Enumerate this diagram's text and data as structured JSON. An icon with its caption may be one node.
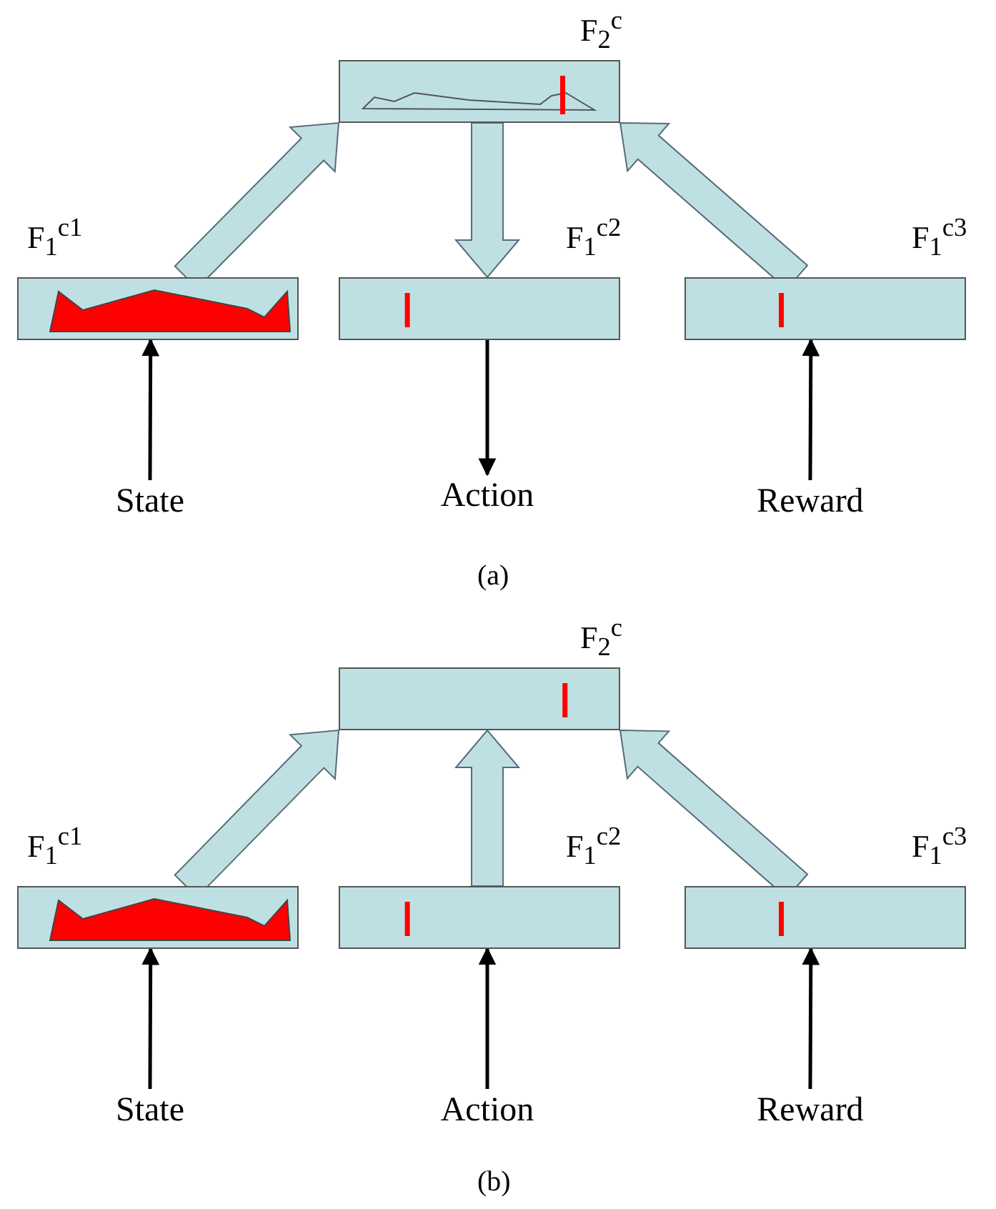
{
  "diagram": {
    "nodes": [
      {
        "text": [
          "F$_{2}$$^{c}$"
        ]
      },
      {
        "text": [
          "F$_{1}$$^{c1}$"
        ]
      },
      {
        "text": [
          "F$_{1}$$^{c2}$"
        ]
      },
      {
        "text": [
          "F$_{1}$$^{c3}$"
        ]
      },
      {
        "text": [
          "State"
        ]
      },
      {
        "text": [
          "Action"
        ]
      },
      {
        "text": [
          "Reward"
        ]
      },
      {
        "text": [
          "F$_{2}$$^{c}$"
        ]
      },
      {
        "text": [
          "F$_{1}$$^{c1}$"
        ]
      },
      {
        "text": [
          "F$_{1}$$^{c2}$"
        ]
      },
      {
        "text": [
          "F$_{1}$$^{c3}$"
        ]
      },
      {
        "text": [
          "State"
        ]
      },
      {
        "text": [
          "Action"
        ]
      },
      {
        "text": [
          "Reward"
        ]
      }
    ],
    "edges": [
      {
        "from": 1,
        "to": 0,
        "arrow": "to",
        "style": "thick",
        "color": "#bfe0e3"
      },
      {
        "from": 0,
        "to": 2,
        "arrow": "to",
        "style": "thick",
        "color": "#bfe0e3"
      },
      {
        "from": 3,
        "to": 0,
        "arrow": "to",
        "style": "thick",
        "color": "#bfe0e3"
      },
      {
        "from": 4,
        "to": 1,
        "arrow": "to"
      },
      {
        "from": 2,
        "to": 5,
        "arrow": "to"
      },
      {
        "from": 6,
        "to": 3,
        "arrow": "to"
      },
      {
        "from": 8,
        "to": 7,
        "arrow": "to",
        "style": "thick",
        "color": "#bfe0e3"
      },
      {
        "from": 9,
        "to": 7,
        "arrow": "to",
        "style": "thick",
        "color": "#bfe0e3"
      },
      {
        "from": 10,
        "to": 7,
        "arrow": "to",
        "style": "thick",
        "color": "#bfe0e3"
      },
      {
        "from": 11,
        "to": 8,
        "arrow": "to"
      },
      {
        "from": 12,
        "to": 9,
        "arrow": "to"
      },
      {
        "from": 13,
        "to": 10,
        "arrow": "to"
      }
    ],
    "labels": [
      "(a)",
      "(b)"
    ]
  }
}
